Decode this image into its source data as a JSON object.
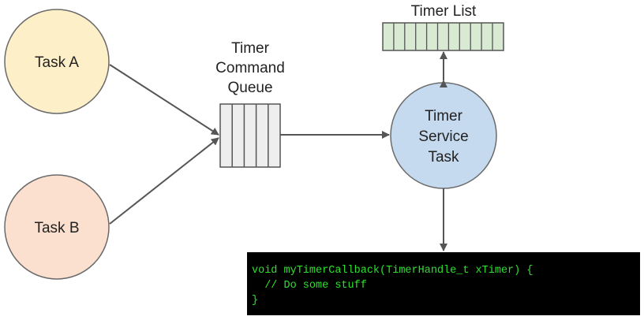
{
  "nodes": {
    "task_a": {
      "label": "Task A"
    },
    "task_b": {
      "label": "Task B"
    },
    "timer_service": {
      "lines": [
        "Timer",
        "Service",
        "Task"
      ]
    }
  },
  "queue": {
    "label_lines": [
      "Timer",
      "Command",
      "Queue"
    ]
  },
  "timer_list": {
    "label": "Timer List"
  },
  "code": {
    "lines": [
      "void myTimerCallback(TimerHandle_t xTimer) {",
      "  // Do some stuff",
      "}"
    ]
  },
  "colors": {
    "task_a_fill": "#fdefc8",
    "task_b_fill": "#fbe0cf",
    "service_fill": "#c6daef",
    "queue_fill": "#eeeeee",
    "timer_list_fill": "#d8ebd2",
    "code_bg": "#000000",
    "code_text": "#2ee02e",
    "stroke": "#555555"
  }
}
